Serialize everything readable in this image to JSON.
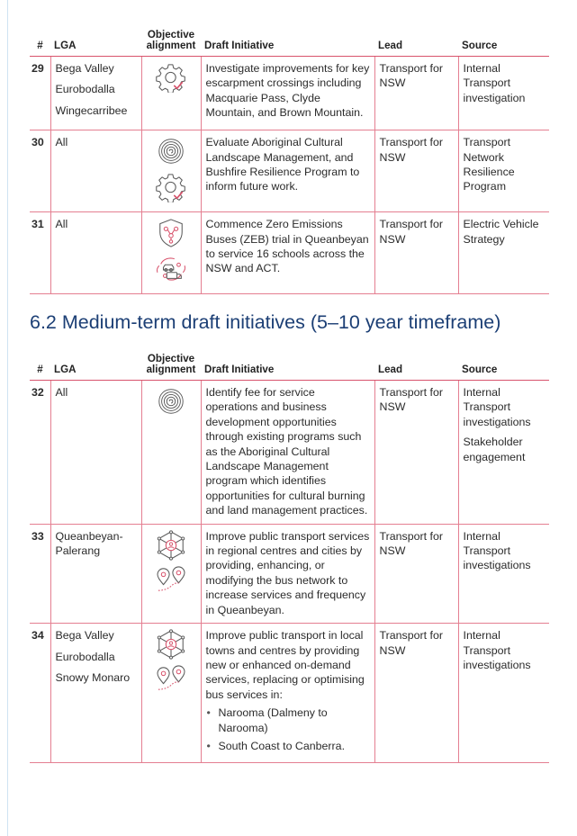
{
  "headers": {
    "num": "#",
    "lga": "LGA",
    "objective": "Objective alignment",
    "initiative": "Draft Initiative",
    "lead": "Lead",
    "source": "Source"
  },
  "section": {
    "heading": "6.2  Medium-term draft initiatives (5–10 year timeframe)"
  },
  "table1": {
    "rows": [
      {
        "num": "29",
        "lga": [
          "Bega Valley",
          "Eurobodalla",
          "Wingecarribee"
        ],
        "icons": [
          "gear-check"
        ],
        "initiative": "Investigate improvements for key escarpment crossings including Macquarie Pass, Clyde Mountain, and Brown Mountain.",
        "lead": "Transport for NSW",
        "source": [
          "Internal Transport investigation"
        ]
      },
      {
        "num": "30",
        "lga": [
          "All"
        ],
        "icons": [
          "fingerprint",
          "gear-check"
        ],
        "initiative": "Evaluate Aboriginal Cultural Landscape Management, and Bushfire Resilience Program to inform future work.",
        "lead": "Transport for NSW",
        "source": [
          "Transport Network Resilience Program"
        ]
      },
      {
        "num": "31",
        "lga": [
          "All"
        ],
        "icons": [
          "shield-network",
          "ev-cycle"
        ],
        "initiative": "Commence Zero Emissions Buses (ZEB) trial in Queanbeyan to service 16 schools across the NSW and ACT.",
        "lead": "Transport for NSW",
        "source": [
          "Electric Vehicle Strategy"
        ]
      }
    ]
  },
  "table2": {
    "rows": [
      {
        "num": "32",
        "lga": [
          "All"
        ],
        "icons": [
          "fingerprint"
        ],
        "initiative": "Identify fee for service operations and business development opportunities through existing programs such as the Aboriginal Cultural Landscape Management program which identifies opportunities for cultural burning and land management practices.",
        "lead": "Transport for NSW",
        "source": [
          "Internal Transport investigations",
          "Stakeholder engagement"
        ]
      },
      {
        "num": "33",
        "lga": [
          "Queanbeyan-Palerang"
        ],
        "icons": [
          "people-network",
          "map-pins"
        ],
        "initiative": "Improve public transport services in regional centres and cities by providing, enhancing, or modifying the bus network to increase services and frequency in Queanbeyan.",
        "lead": "Transport for NSW",
        "source": [
          "Internal Transport investigations"
        ]
      },
      {
        "num": "34",
        "lga": [
          "Bega Valley",
          "Eurobodalla",
          "Snowy Monaro"
        ],
        "icons": [
          "people-network",
          "map-pins"
        ],
        "initiative": "Improve public transport in local towns and centres by providing new or enhanced on-demand services, replacing or optimising bus services in:",
        "bullets": [
          "Narooma (Dalmeny to Narooma)",
          "South Coast to Canberra."
        ],
        "lead": "Transport for NSW",
        "source": [
          "Internal Transport investigations"
        ]
      }
    ]
  }
}
